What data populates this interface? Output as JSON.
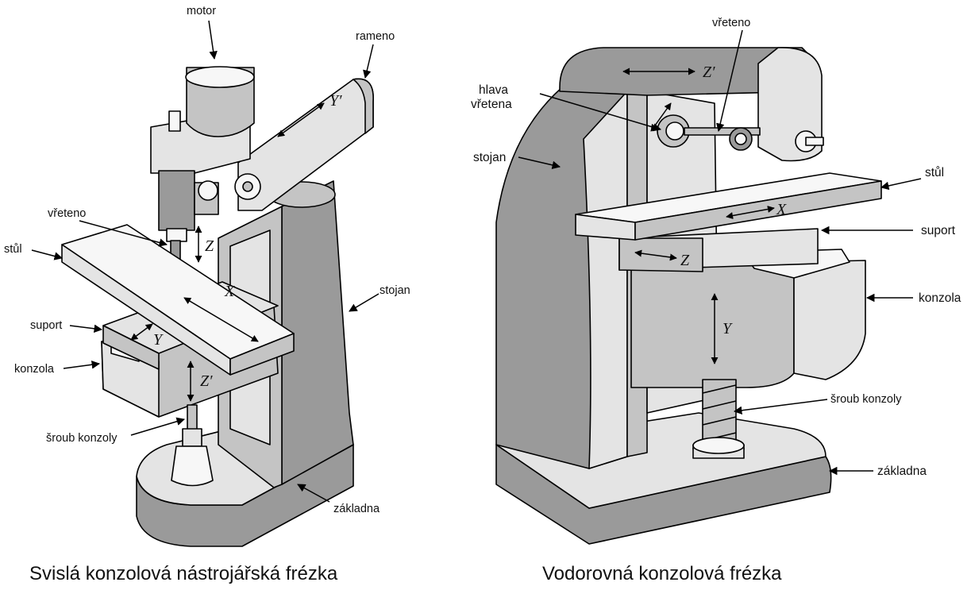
{
  "left": {
    "caption": "Svislá konzolová nástrojářská frézka",
    "labels": {
      "motor": "motor",
      "rameno": "rameno",
      "vreteno": "vřeteno",
      "stul": "stůl",
      "stojan": "stojan",
      "suport": "suport",
      "konzola": "konzola",
      "sroub": "šroub konzoly",
      "zakladna": "základna"
    },
    "axes": {
      "yprime": "Y′",
      "z": "Z",
      "x": "X",
      "y": "Y",
      "zprime": "Z′"
    }
  },
  "right": {
    "caption": "Vodorovná konzolová frézka",
    "labels": {
      "vreteno": "vřeteno",
      "hlava1": "hlava",
      "hlava2": "vřetena",
      "stojan": "stojan",
      "stul": "stůl",
      "suport": "suport",
      "konzola": "konzola",
      "sroub": "šroub konzoly",
      "zakladna": "základna"
    },
    "axes": {
      "zprime": "Z′",
      "x": "X",
      "z": "Z",
      "y": "Y"
    }
  }
}
